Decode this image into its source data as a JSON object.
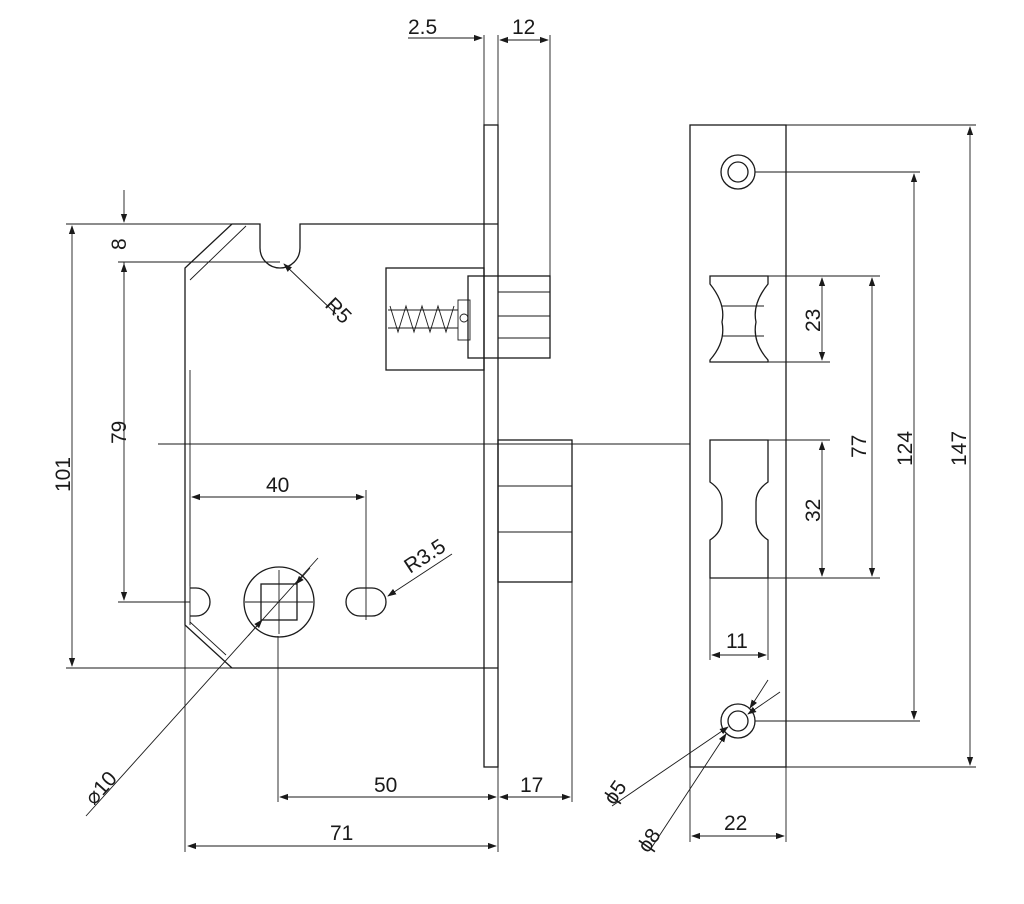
{
  "dimensions": {
    "faceplate_thickness": "2.5",
    "bolt_projection": "12",
    "top_offset": "8",
    "follower_to_top": "79",
    "body_height": "101",
    "hole_spacing": "40",
    "hole_radius": "R3.5",
    "notch_radius": "R5",
    "square_diameter": "⌀10",
    "backset": "50",
    "latch_projection": "17",
    "case_depth": "71",
    "deadbolt_height": "23",
    "latch_height": "32",
    "bolt_centers": "77",
    "screw_centers": "124",
    "plate_length": "147",
    "latch_width": "11",
    "screw_hole_small": "ϕ5",
    "screw_hole_large": "ϕ8",
    "plate_width": "22"
  }
}
